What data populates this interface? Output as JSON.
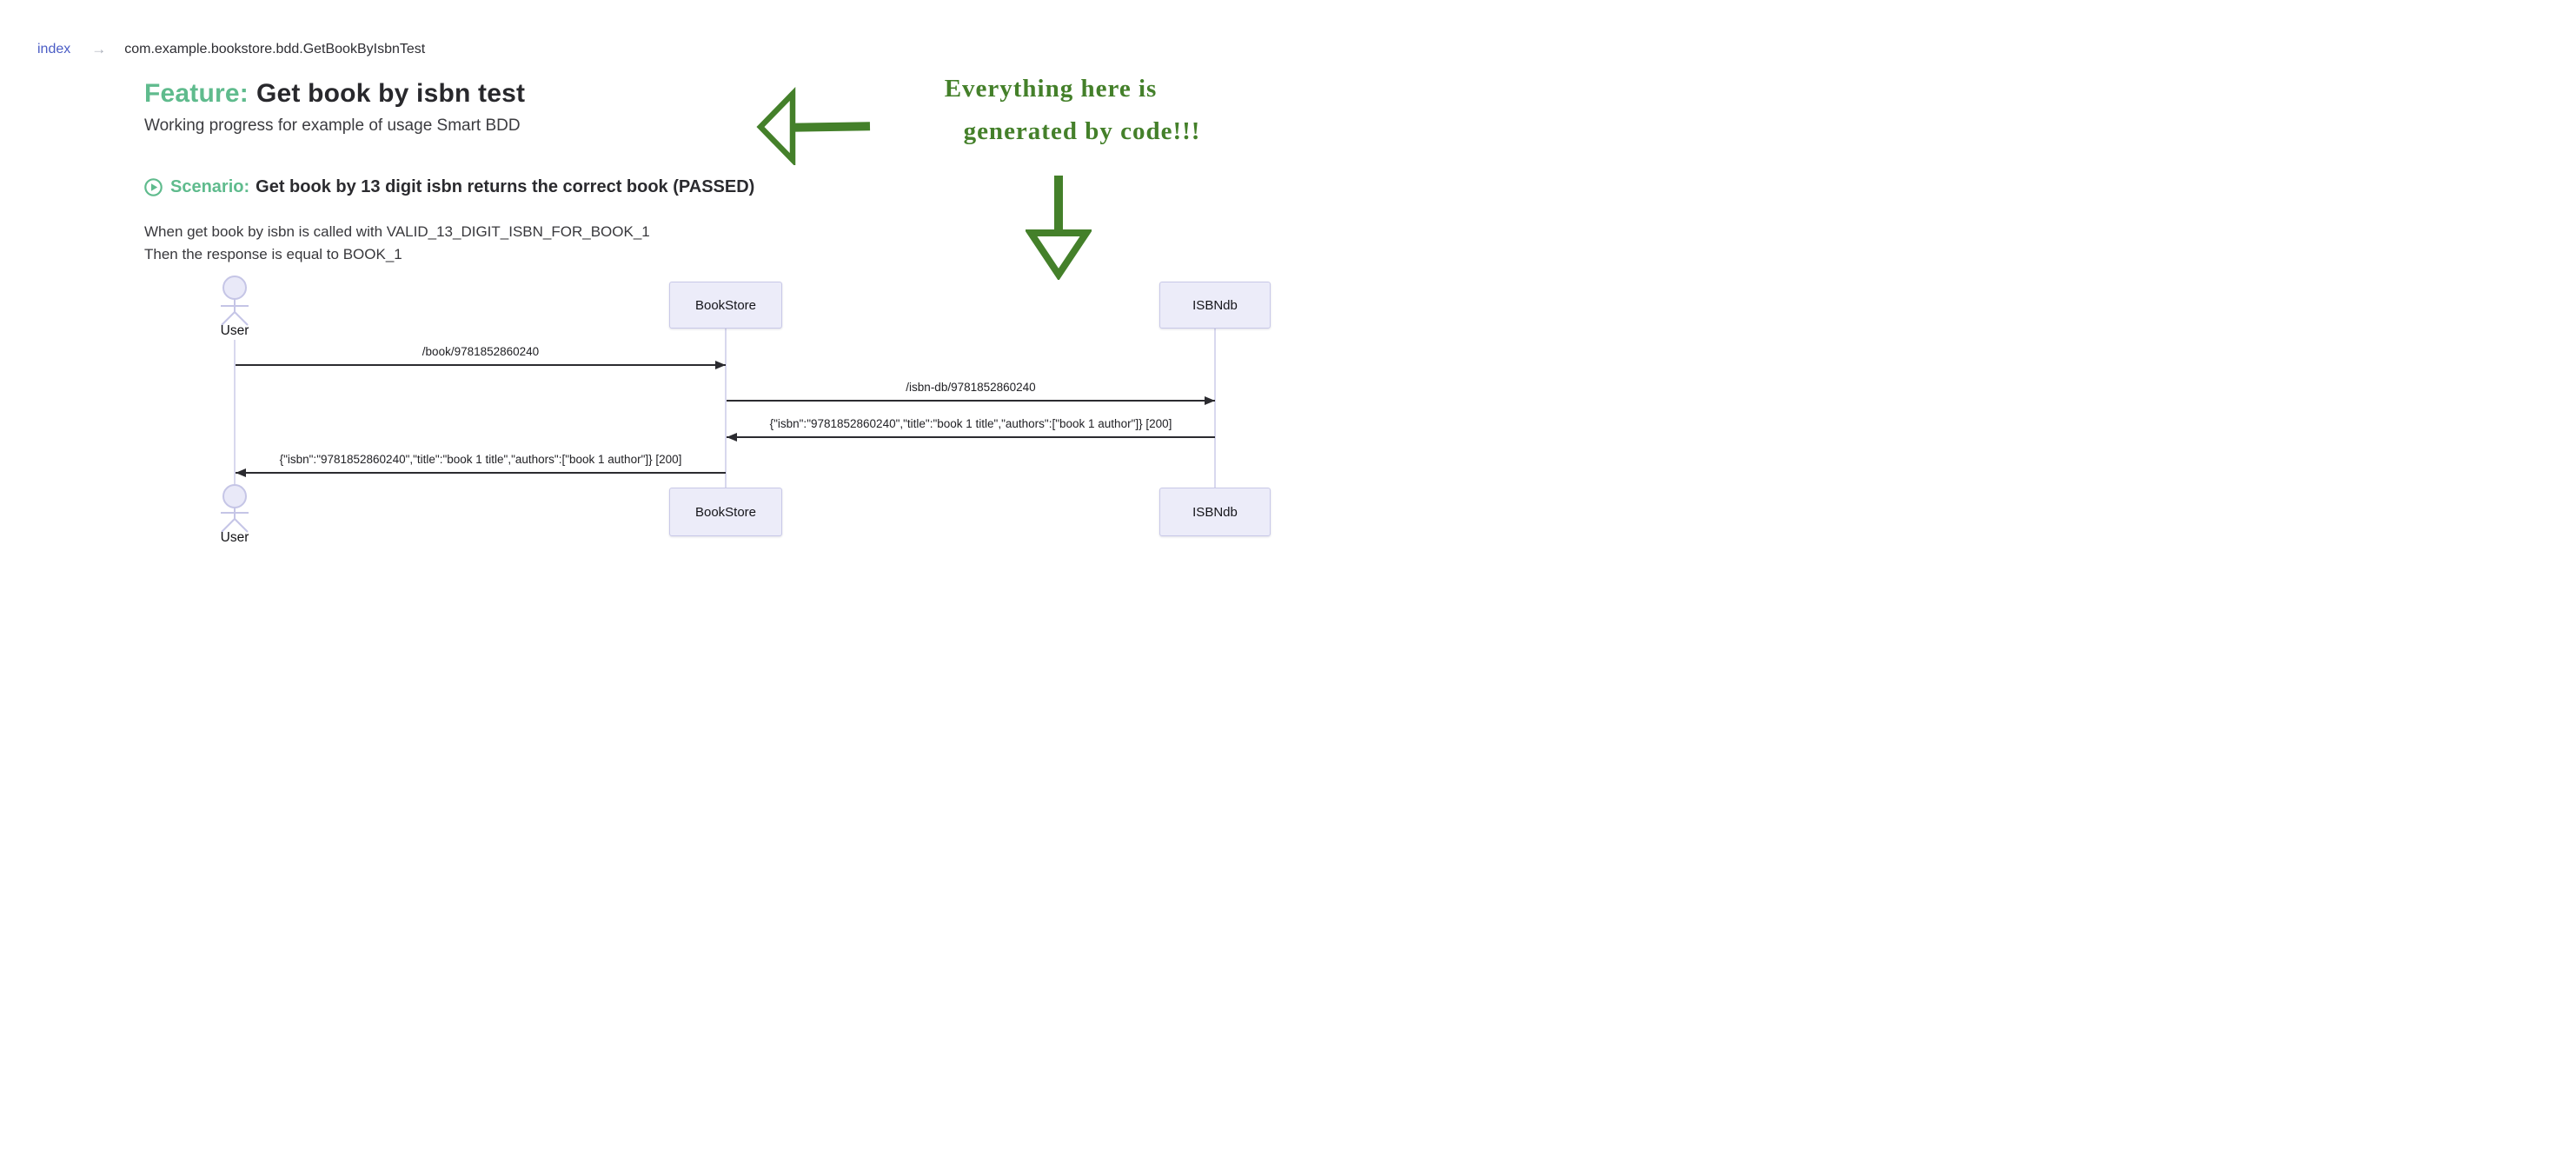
{
  "breadcrumb": {
    "index_label": "index",
    "separator": "→",
    "current": "com.example.bookstore.bdd.GetBookByIsbnTest"
  },
  "feature": {
    "keyword": "Feature:",
    "title": "Get book by isbn test",
    "subtitle": "Working progress for example of usage Smart BDD"
  },
  "scenario": {
    "icon": "play-circle-icon",
    "keyword": "Scenario:",
    "title": "Get book by 13 digit isbn returns the correct book (PASSED)"
  },
  "steps": [
    "When get book by isbn is called with VALID_13_DIGIT_ISBN_FOR_BOOK_1",
    "Then the response is equal to BOOK_1"
  ],
  "annotation": {
    "line1": "Everything here is",
    "line2": "generated by code!!!",
    "color": "#44802a",
    "icons": [
      "left-arrow-icon",
      "down-arrow-icon"
    ]
  },
  "diagram": {
    "participants": {
      "user": "User",
      "bookstore": "BookStore",
      "isbndb": "ISBNdb"
    },
    "messages": [
      {
        "from": "User",
        "to": "BookStore",
        "direction": "right",
        "label": "/book/9781852860240"
      },
      {
        "from": "BookStore",
        "to": "ISBNdb",
        "direction": "right",
        "label": "/isbn-db/9781852860240"
      },
      {
        "from": "ISBNdb",
        "to": "BookStore",
        "direction": "left",
        "label": "{\"isbn\":\"9781852860240\",\"title\":\"book 1 title\",\"authors\":[\"book 1 author\"]} [200]"
      },
      {
        "from": "BookStore",
        "to": "User",
        "direction": "left",
        "label": "{\"isbn\":\"9781852860240\",\"title\":\"book 1 title\",\"authors\":[\"book 1 author\"]} [200]"
      }
    ]
  },
  "colors": {
    "accent_green": "#5fbb8d",
    "annotation_green": "#44802a",
    "link_blue": "#4a5cc5",
    "participant_fill": "#ececf9",
    "participant_border": "#c9c9e8",
    "lifeline": "#d8d8ee",
    "arrow": "#2b2b30"
  }
}
